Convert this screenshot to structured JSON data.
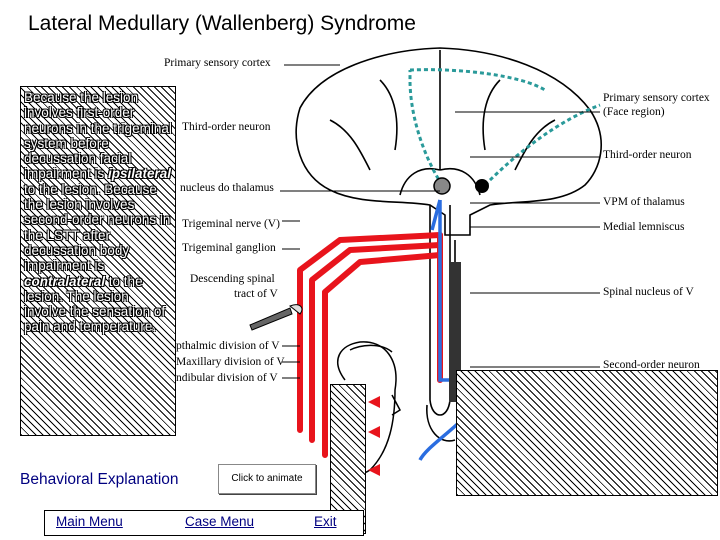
{
  "title": "Lateral Medullary (Wallenberg) Syndrome",
  "left_labels": {
    "primary_sensory_cortex": "Primary sensory cortex",
    "third_order_neuron": "Third-order neuron",
    "nucleus_thalamus": "nucleus do thalamus",
    "trigeminal_nerve": "Trigeminal nerve (V)",
    "trigeminal_ganglion": "Trigeminal ganglion",
    "descending_spinal": "Descending spinal",
    "tract_of_v": "tract of V",
    "ophthalmic_division": "pthalmic division of V",
    "maxillary_division": "Maxillary division of V",
    "mandibular_division": "ndibular division of V"
  },
  "right_labels": {
    "primary_sensory_cortex": "Primary sensory cortex",
    "face_region": "(Face region)",
    "third_order_neuron": "Third-order neuron",
    "vpm_thalamus": "VPM of thalamus",
    "medial_lemniscus": "Medial lemniscus",
    "spinal_nucleus": "Spinal nucleus of V",
    "second_order_neuron": "Second-order neuron"
  },
  "explanation": {
    "part1": "Because the lesion involves first-order neurons in the trigeminal system before decussation facial impairment is ",
    "emph1": "ipsilateral",
    "part2": " to the lesion. Because the lesion involves second-order neurons in the LSTT after decussation body impairment is ",
    "emph2": "contralateral",
    "part3": " to the lesion. The lesion involve the sensation of pain and temperature."
  },
  "animate_button": "Click to animate",
  "behavioral_link": "Behavioral Explanation",
  "nav": {
    "main_menu": "Main Menu",
    "case_menu": "Case Menu",
    "exit": "Exit"
  },
  "colors": {
    "pathway_red": "#e8141c",
    "pathway_blue": "#2a6de0",
    "pathway_teal": "#2a9a9a",
    "link_blue": "#000080"
  }
}
